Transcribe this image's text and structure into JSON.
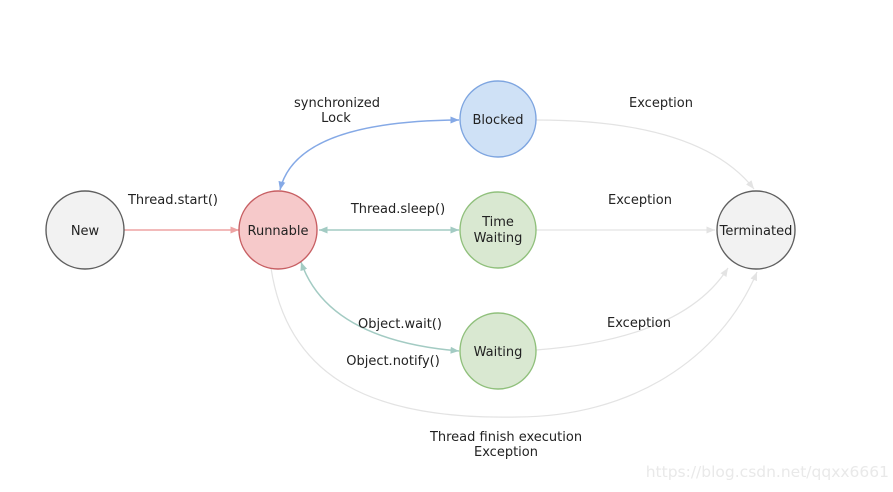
{
  "nodes": {
    "new": {
      "label": "New"
    },
    "runnable": {
      "label": "Runnable"
    },
    "blocked": {
      "label": "Blocked"
    },
    "time_waiting": {
      "line1": "Time",
      "line2": "Waiting"
    },
    "waiting": {
      "label": "Waiting"
    },
    "terminated": {
      "label": "Terminated"
    }
  },
  "edges": {
    "thread_start": {
      "label": "Thread.start()"
    },
    "synchronized_lock": {
      "line1": "synchronized",
      "line2": "Lock"
    },
    "thread_sleep": {
      "label": "Thread.sleep()"
    },
    "object_wait": {
      "label": "Object.wait()"
    },
    "object_notify": {
      "label": "Object.notify()"
    },
    "blocked_exception": {
      "label": "Exception"
    },
    "time_waiting_exception": {
      "label": "Exception"
    },
    "waiting_exception": {
      "label": "Exception"
    },
    "thread_finish": {
      "line1": "Thread finish execution",
      "line2": "Exception"
    }
  },
  "watermark": "https://blog.csdn.net/qqxx6661",
  "colors": {
    "background": "#ffffff",
    "text": "#222222",
    "node_gray_fill": "#f2f2f2",
    "node_gray_stroke": "#5f5f5f",
    "node_red_fill": "#f6c9ca",
    "node_red_stroke": "#c75f63",
    "node_blue_fill": "#cfe1f6",
    "node_blue_stroke": "#7ea5e0",
    "node_green_fill": "#d9e8d1",
    "node_green_stroke": "#90c07c",
    "edge_red": "#eda3a3",
    "edge_blue": "#85a9e6",
    "edge_teal": "#a3cbc3",
    "edge_gray": "#e3e3e3",
    "watermark_color": "#e9e9e9"
  }
}
